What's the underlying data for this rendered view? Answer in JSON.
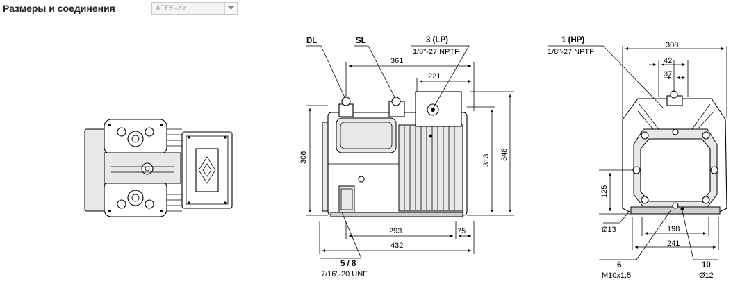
{
  "header": {
    "title": "Размеры и соединения",
    "model_select": {
      "value": "4FES-3Y"
    }
  },
  "front_view": {
    "labels": {
      "dl": "DL",
      "sl": "SL",
      "lp_number": "3 (LP)",
      "lp_thread": "1/8\"-27 NPTF",
      "bottom_number": "5 / 8",
      "bottom_thread": "7/16\"-20 UNF"
    },
    "dimensions": {
      "d361": "361",
      "d221": "221",
      "d306": "306",
      "d313": "313",
      "d348": "348",
      "d293": "293",
      "d75": "75",
      "d432": "432"
    }
  },
  "side_view": {
    "labels": {
      "hp_number": "1 (HP)",
      "hp_thread": "1/8\"-27 NPTF",
      "n6": "6",
      "m10": "M10x1,5",
      "n10": "10",
      "d12": "Ø12",
      "d13": "Ø13"
    },
    "dimensions": {
      "d308": "308",
      "d42": "42",
      "d37": "37",
      "d125": "125",
      "d198": "198",
      "d241": "241"
    }
  }
}
